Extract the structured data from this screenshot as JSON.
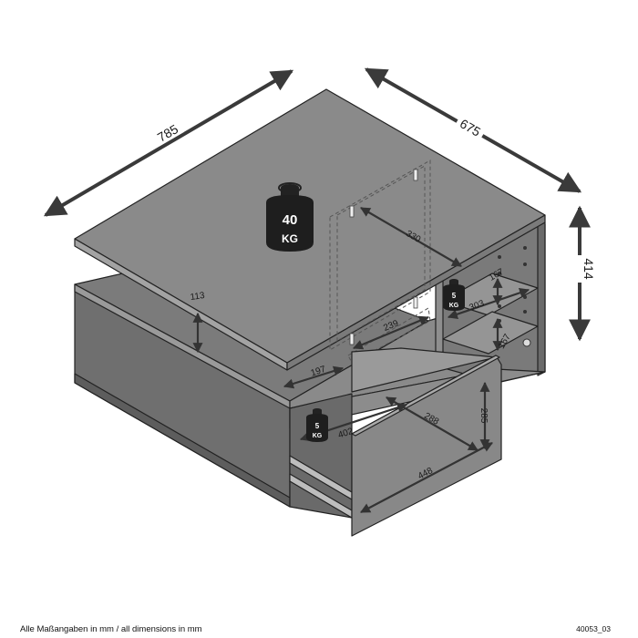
{
  "dimensions": {
    "width": "785",
    "depth": "675",
    "height": "414",
    "top_clearance": "113",
    "niche_depth": "330",
    "niche_width": "239",
    "front_gap": "197",
    "shelf_height_upper": "167",
    "shelf_height_lower": "167",
    "shelf_depth": "303",
    "drawer_depth": "402",
    "drawer_inner_width": "288",
    "drawer_height": "285",
    "drawer_width": "448"
  },
  "weights": {
    "top": {
      "value": "40",
      "unit": "KG"
    },
    "shelf": {
      "value": "5",
      "unit": "KG"
    },
    "drawer": {
      "value": "5",
      "unit": "KG"
    }
  },
  "footer": {
    "note": "Alle Maßangaben in mm / all dimensions in mm",
    "code": "40053_03"
  }
}
